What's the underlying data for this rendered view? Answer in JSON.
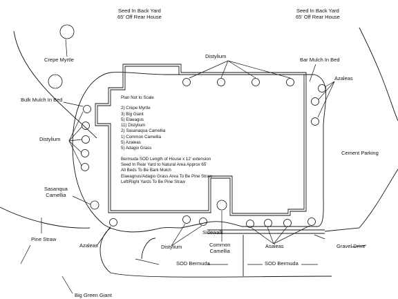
{
  "labels": {
    "seed_back_left": "Seed In Back Yard\n65' Off Rear House",
    "seed_back_right": "Seed In Back Yard\n65' Off Rear House",
    "crepe_myrtle": "Crepe Myrtle",
    "distylium_top": "Distylium",
    "bar_mulch": "Bar Mulch In Bed",
    "azaleas_right": "Azaleas",
    "bulk_mulch": "Bulk Mulch In Bed",
    "distylium_left": "Distylium",
    "cement_parking": "Cement Parking",
    "sasanqua_camellia": "Sasanqua\nCamellia",
    "pine_straw": "Pine Straw",
    "azaleas_bottom_left": "Azaleas",
    "distylium_bottom": "Distylium",
    "sidewalk": "Sidewalk",
    "common_camellia": "Common\nCamellia",
    "asaleas_bottom": "Asaleas",
    "gravel_drive": "Gravel Drive",
    "sod_bermuda_left": "SOD Bermuda",
    "sod_bermuda_right": "SOD Bermuda",
    "big_green_giant": "Big Green Giant"
  },
  "notes": {
    "title": "Plan Not to Scale",
    "plants": [
      "2) Crepe Myrtle",
      "3) Big Giant",
      "5) Elaeagus",
      "11) Distylium",
      "2) Sasanaqua Camellia",
      "1) Common Camellia",
      "5) Azaleas",
      "5) Adagio Grass"
    ],
    "instructions": [
      "Bermuda SOD Length of House x 12' extension",
      "Seed In Rear Yard to Natural Area Approx 65'",
      "All Beds To Be Bark Mulch",
      "Elaeagnus/Adagio Grass Area To Be Pine Straw",
      "Left/Right Yards To Be Pine Straw"
    ]
  }
}
